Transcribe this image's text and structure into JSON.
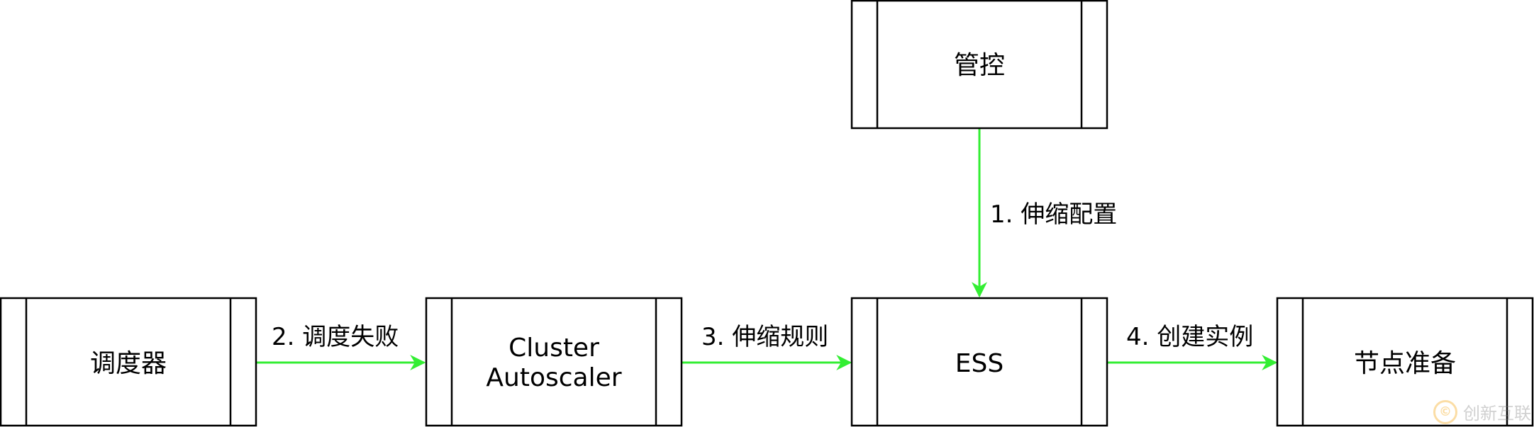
{
  "colors": {
    "box_stroke": "#000000",
    "box_fill": "#ffffff",
    "arrow": "#33ee33",
    "text": "#000000"
  },
  "nodes": [
    {
      "id": "guankong",
      "lines": [
        "管控"
      ]
    },
    {
      "id": "scheduler",
      "lines": [
        "调度器"
      ]
    },
    {
      "id": "cluster-autoscaler",
      "lines": [
        "Cluster",
        "Autoscaler"
      ]
    },
    {
      "id": "ess",
      "lines": [
        "ESS"
      ]
    },
    {
      "id": "node-prep",
      "lines": [
        "节点准备"
      ]
    }
  ],
  "edges": [
    {
      "id": "edge-1",
      "from": "guankong",
      "to": "ess",
      "label": "1. 伸缩配置"
    },
    {
      "id": "edge-2",
      "from": "scheduler",
      "to": "cluster-autoscaler",
      "label": "2. 调度失败"
    },
    {
      "id": "edge-3",
      "from": "cluster-autoscaler",
      "to": "ess",
      "label": "3. 伸缩规则"
    },
    {
      "id": "edge-4",
      "from": "ess",
      "to": "node-prep",
      "label": "4. 创建实例"
    }
  ],
  "watermark": {
    "mark": "©",
    "text": "创新互联"
  }
}
